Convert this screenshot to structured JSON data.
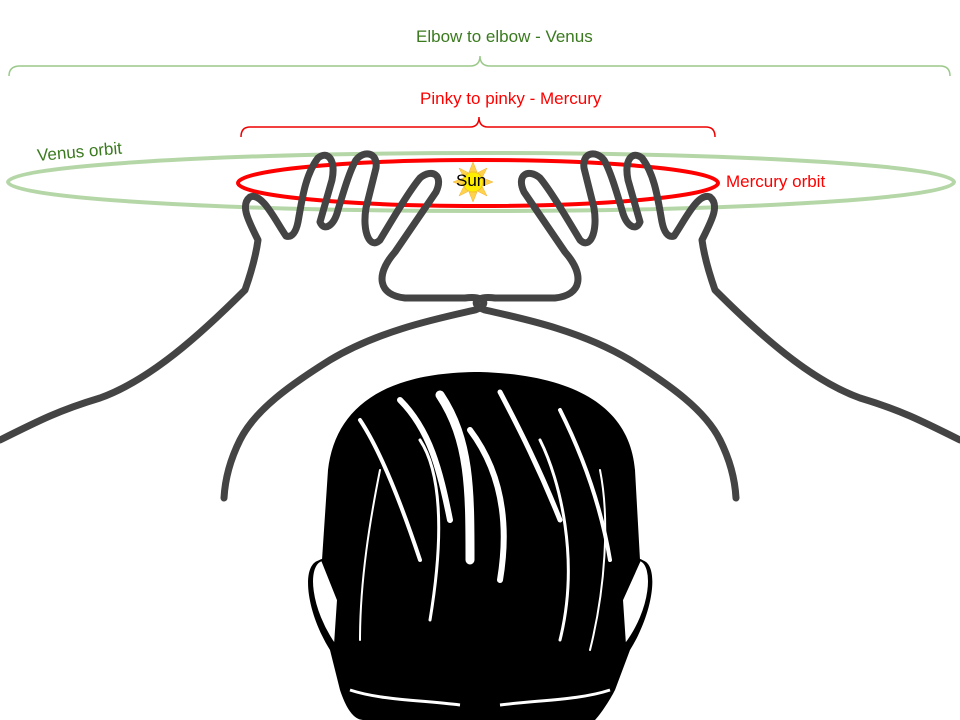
{
  "labels": {
    "venus_span": "Elbow to elbow - Venus",
    "mercury_span": "Pinky to pinky - Mercury",
    "venus_orbit": "Venus orbit",
    "mercury_orbit": "Mercury orbit",
    "sun": "Sun"
  },
  "colors": {
    "venus": "#3a7a1e",
    "venus_orbit": "#b5d7a8",
    "mercury": "#ff0000",
    "sun": "#ffee00",
    "outline": "#444444"
  }
}
